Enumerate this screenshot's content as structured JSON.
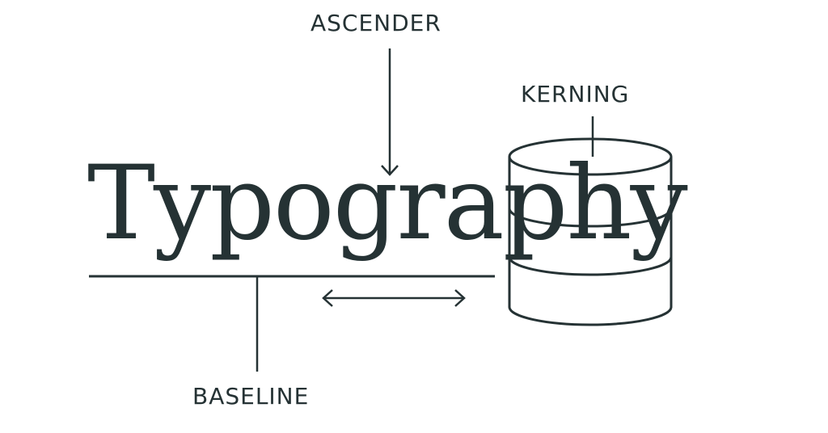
{
  "diagram": {
    "main_word": "Typography",
    "labels": {
      "ascender": "ASCENDER",
      "kerning": "KERNING",
      "baseline": "BASELINE"
    },
    "colors": {
      "ink": "#253234",
      "background": "#ffffff"
    },
    "icons": [
      "ascender-arrow-icon",
      "kerning-double-arrow-icon",
      "baseline-line",
      "database-cylinder-icon"
    ]
  }
}
